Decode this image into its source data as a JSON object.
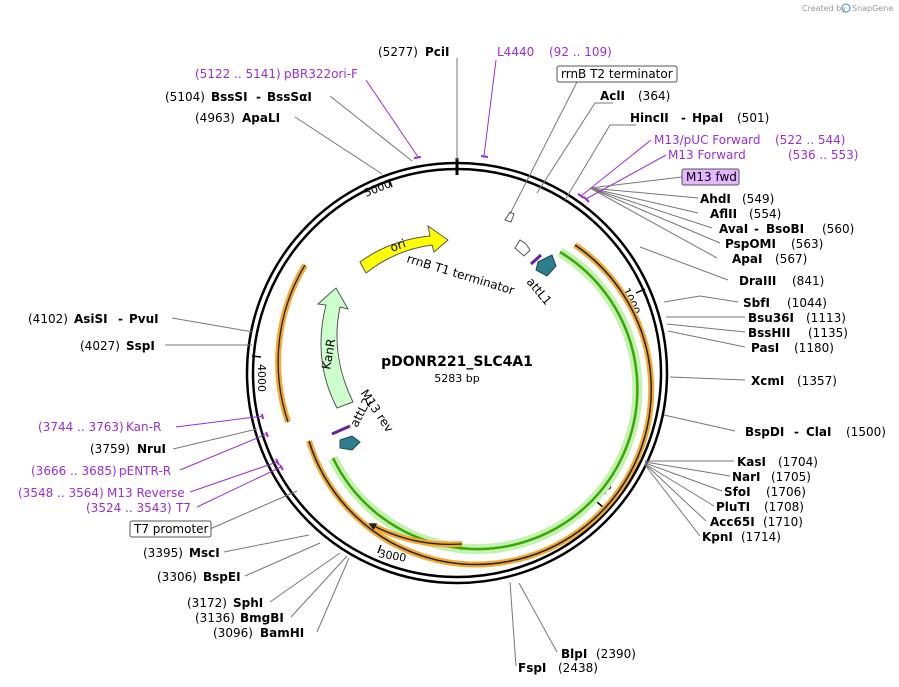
{
  "credit": {
    "prefix": "Created by",
    "brand": "SnapGene"
  },
  "plasmid": {
    "name": "pDONR221_SLC4A1",
    "size": "5283 bp"
  },
  "ticks": {
    "t1000": "1000",
    "t2000": "2000",
    "t3000": "3000",
    "t4000": "4000",
    "t5000": "5000"
  },
  "sites": {
    "pcii": {
      "name": "PciI",
      "pos": "(5277)"
    },
    "acli": {
      "name": "AclI",
      "pos": "(364)"
    },
    "hincii": {
      "name": "HincII",
      "name2": "HpaI",
      "pos": "(501)"
    },
    "ahdi": {
      "name": "AhdI",
      "pos": "(549)"
    },
    "aflii": {
      "name": "AflII",
      "pos": "(554)"
    },
    "avai": {
      "name": "AvaI",
      "name2": "BsoBI",
      "pos": "(560)"
    },
    "pspomi": {
      "name": "PspOMI",
      "pos": "(563)"
    },
    "apai": {
      "name": "ApaI",
      "pos": "(567)"
    },
    "draiii": {
      "name": "DraIII",
      "pos": "(841)"
    },
    "sbfi": {
      "name": "SbfI",
      "pos": "(1044)"
    },
    "bsu36i": {
      "name": "Bsu36I",
      "pos": "(1113)"
    },
    "bsshii": {
      "name": "BssHII",
      "pos": "(1135)"
    },
    "pasi": {
      "name": "PasI",
      "pos": "(1180)"
    },
    "xcmi": {
      "name": "XcmI",
      "pos": "(1357)"
    },
    "bspdi": {
      "name": "BspDI",
      "name2": "ClaI",
      "pos": "(1500)"
    },
    "kasi": {
      "name": "KasI",
      "pos": "(1704)"
    },
    "nari": {
      "name": "NarI",
      "pos": "(1705)"
    },
    "sfoi": {
      "name": "SfoI",
      "pos": "(1706)"
    },
    "pluti": {
      "name": "PluTI",
      "pos": "(1708)"
    },
    "acc65i": {
      "name": "Acc65I",
      "pos": "(1710)"
    },
    "kpni": {
      "name": "KpnI",
      "pos": "(1714)"
    },
    "blpi": {
      "name": "BlpI",
      "pos": "(2390)"
    },
    "fspi": {
      "name": "FspI",
      "pos": "(2438)"
    },
    "bamhi": {
      "name": "BamHI",
      "pos": "(3096)"
    },
    "bmgbi": {
      "name": "BmgBI",
      "pos": "(3136)"
    },
    "sphi": {
      "name": "SphI",
      "pos": "(3172)"
    },
    "bspei": {
      "name": "BspEI",
      "pos": "(3306)"
    },
    "msci": {
      "name": "MscI",
      "pos": "(3395)"
    },
    "nrui": {
      "name": "NruI",
      "pos": "(3759)"
    },
    "sspi": {
      "name": "SspI",
      "pos": "(4027)"
    },
    "asisi": {
      "name": "AsiSI",
      "name2": "PvuI",
      "pos": "(4102)"
    },
    "apali": {
      "name": "ApaLI",
      "pos": "(4963)"
    },
    "bsssi": {
      "name": "BssSI",
      "name2": "BssSαI",
      "pos": "(5104)"
    }
  },
  "primers": {
    "l4440": {
      "name": "L4440",
      "range": "(92 .. 109)"
    },
    "pbr": {
      "name": "pBR322ori-F",
      "range": "(5122 .. 5141)"
    },
    "m13puc": {
      "name": "M13/pUC Forward",
      "range": "(522 .. 544)"
    },
    "m13fwd": {
      "name": "M13 Forward",
      "range": "(536 .. 553)"
    },
    "kanr": {
      "name": "Kan-R",
      "range": "(3744 .. 3763)"
    },
    "pentr": {
      "name": "pENTR-R",
      "range": "(3666 .. 3685)"
    },
    "m13rev": {
      "name": "M13 Reverse",
      "range": "(3548 .. 3564)"
    },
    "t7": {
      "name": "T7",
      "range": "(3524 .. 3543)"
    }
  },
  "boxed": {
    "rrnb_t2": "rrnB T2 terminator",
    "m13_fwd": "M13 fwd",
    "t7_promoter": "T7 promoter"
  },
  "features": {
    "ori": "ori",
    "kanr": "KanR",
    "rrnb_t1": "rrnB T1 terminator",
    "attl1": "attL1",
    "attl2": "attL2",
    "m13_rev": "M13 rev"
  },
  "colors": {
    "backbone": "#000000",
    "primer": "#9a2fd3",
    "ori": "#ffff00",
    "kanr": "#ccffcc",
    "insert_orange": "#f4a830",
    "insert_green": "#33aa00",
    "att_teal": "#2e7d8c",
    "m13fwd_box": "#e3b6ff"
  }
}
